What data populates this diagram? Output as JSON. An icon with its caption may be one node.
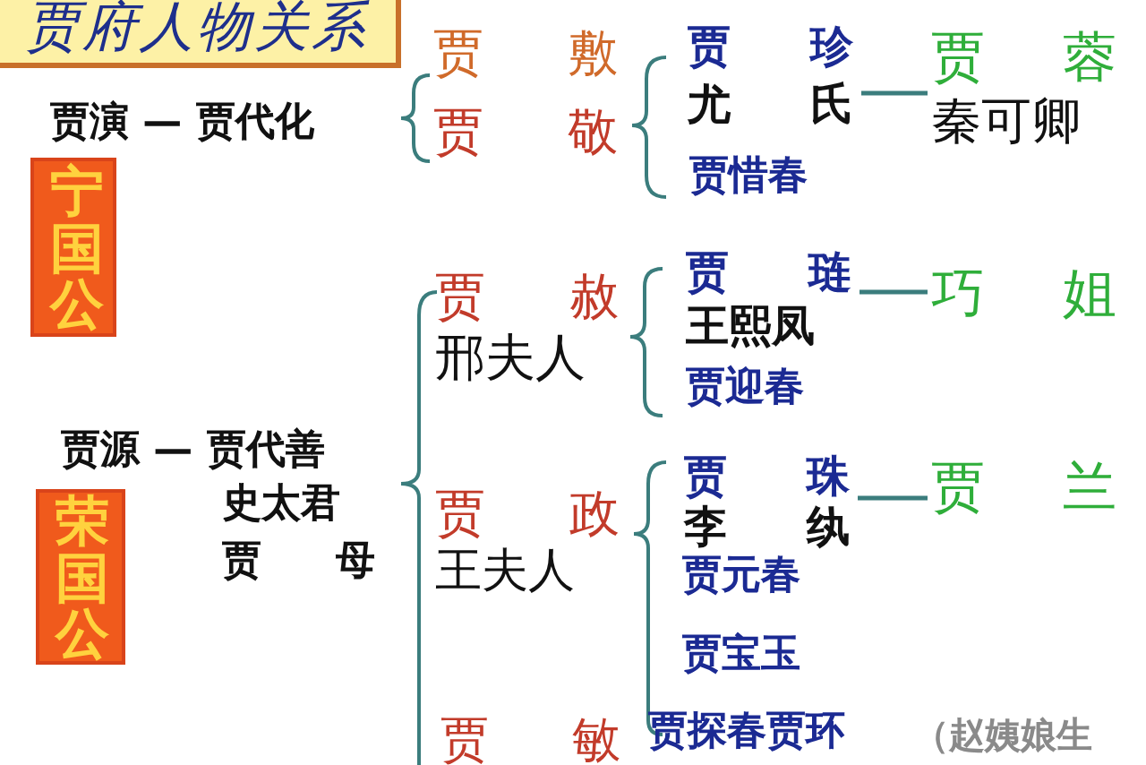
{
  "diagram": {
    "title": "贾府人物关系",
    "nodes": [
      {
        "text": [
          "宁国公"
        ]
      },
      {
        "text": [
          "贾 珍",
          "尤 氏"
        ]
      },
      {
        "text": [
          "贾 蓉",
          "秦可卿"
        ]
      },
      {
        "text": [
          "贾 琏",
          "王熙凤"
        ]
      },
      {
        "text": [
          "巧 姐"
        ]
      },
      {
        "text": [
          "荣国公"
        ]
      },
      {
        "text": [
          "贾 珠",
          "李 纨"
        ]
      },
      {
        "text": [
          "贾 兰"
        ]
      }
    ],
    "edges": [
      {
        "from": 1,
        "to": 2,
        "arrow": "none"
      },
      {
        "from": 3,
        "to": 4,
        "arrow": "none"
      },
      {
        "from": 6,
        "to": 7,
        "arrow": "none"
      }
    ],
    "labels": [
      "贾 敷",
      "贾演 — 贾代化",
      "贾 敬",
      "贾惜春",
      "贾 赦",
      "邢夫人",
      "贾迎春",
      "贾源 — 贾代善",
      "贾 政",
      "史太君",
      "王夫人",
      "贾 母",
      "贾元春",
      "贾宝玉",
      "贾探春贾环",
      "（赵姨娘生",
      "贾 敏"
    ]
  }
}
